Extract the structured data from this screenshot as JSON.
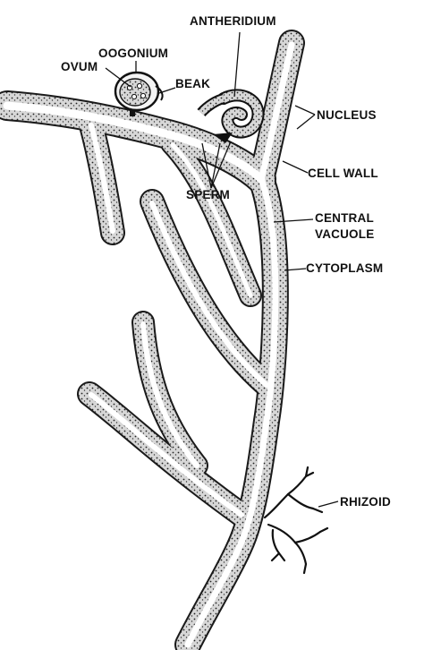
{
  "diagram": {
    "labels": {
      "antheridium": "ANTHERIDIUM",
      "oogonium": "OOGONIUM",
      "ovum": "OVUM",
      "beak": "BEAK",
      "nucleus": "NUCLEUS",
      "cell_wall": "CELL WALL",
      "sperm": "SPERM",
      "central_vacuole_line1": "CENTRAL",
      "central_vacuole_line2": "VACUOLE",
      "cytoplasm": "CYTOPLASM",
      "rhizoid": "RHIZOID"
    },
    "colors": {
      "ink": "#111111",
      "wall": "#1a1a1a",
      "cytoplasm": "#c9c9c9",
      "vacuole": "#ffffff",
      "background": "#ffffff"
    }
  }
}
